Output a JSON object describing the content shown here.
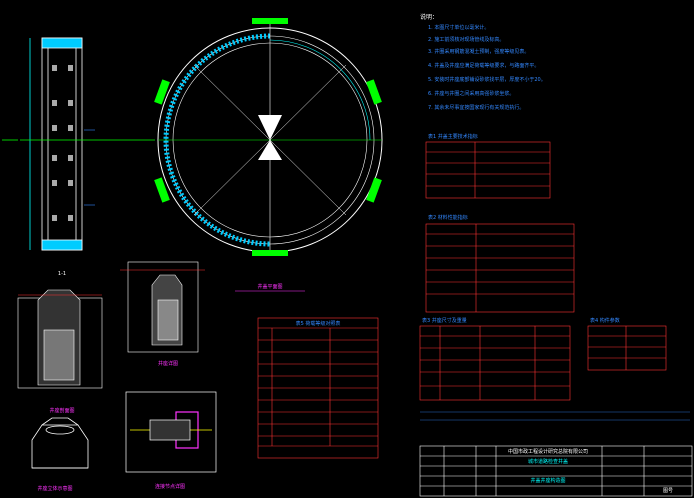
{
  "drawing": {
    "notes_title": "说明：",
    "notes": [
      "1. 本图尺寸单位以毫米计。",
      "2. 施工前须核对现场管线及标高。",
      "3. 井圈采用钢筋混凝土预制，强度等级见表。",
      "4. 井盖及井座应满足荷载等级要求，与路面齐平。",
      "5. 安装时井座底部铺设砂浆找平层，厚度不小于20。",
      "6. 井座与井圈之间采用高强砂浆坐浆。",
      "7. 其余未尽事宜按国家现行有关规范执行。"
    ],
    "table_caption_1": "表1 井盖主要技术指标",
    "table_caption_2": "表2 材料性能指标",
    "table_caption_3": "表3 井座尺寸及重量",
    "table_caption_4": "表4 构件参数",
    "table_caption_5": "表5 荷载等级对照表",
    "plan_label": "井盖平面图",
    "section_label": "1-1",
    "detail_label_1": "井座剖面图",
    "detail_label_2": "井座详图",
    "iso_label": "井座立体示意图",
    "connection_label": "连接节点详图",
    "title_block": {
      "company": "中国市政工程设计研究总院有限公司",
      "project": "城市道路检查井盖",
      "drawing_name": "井盖井座构造图",
      "sheet_no": "图号"
    }
  },
  "colors": {
    "line": "#ffffff",
    "accent": "#00ff00",
    "cyan": "#00ffff",
    "red": "#ff3333",
    "blue": "#3388ff",
    "yellow": "#ffff00",
    "magenta": "#ff33ff"
  }
}
